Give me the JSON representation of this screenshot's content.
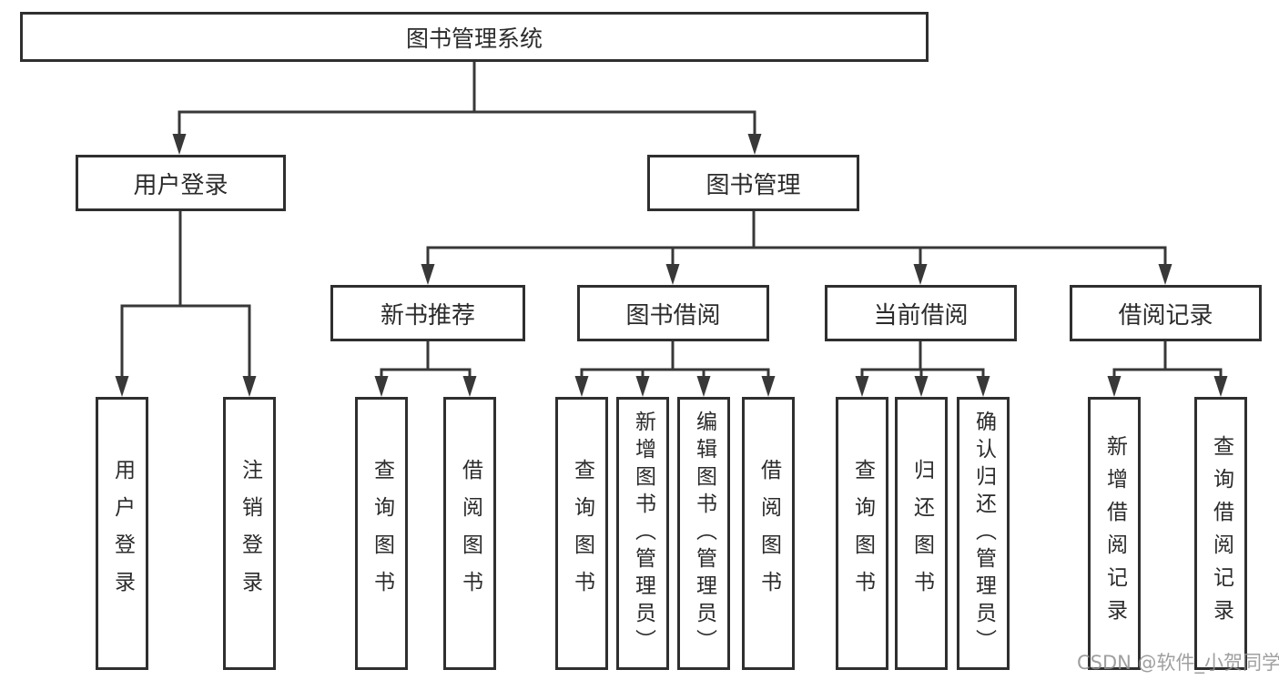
{
  "tree": {
    "label": "图书管理系统",
    "children": [
      {
        "label": "用户登录",
        "children": [
          {
            "label": "用户登录"
          },
          {
            "label": "注销登录"
          }
        ]
      },
      {
        "label": "图书管理",
        "children": [
          {
            "label": "新书推荐",
            "children": [
              {
                "label": "查询图书"
              },
              {
                "label": "借阅图书"
              }
            ]
          },
          {
            "label": "图书借阅",
            "children": [
              {
                "label": "查询图书"
              },
              {
                "label": "新增图书（管理员）"
              },
              {
                "label": "编辑图书（管理员）"
              },
              {
                "label": "借阅图书"
              }
            ]
          },
          {
            "label": "当前借阅",
            "children": [
              {
                "label": "查询图书"
              },
              {
                "label": "归还图书"
              },
              {
                "label": "确认归还（管理员）"
              }
            ]
          },
          {
            "label": "借阅记录",
            "children": [
              {
                "label": "新增借阅记录"
              },
              {
                "label": "查询借阅记录"
              }
            ]
          }
        ]
      }
    ]
  },
  "watermark": "CSDN @软件_小贺同学",
  "colors": {
    "line": "#383838",
    "box_border": "#2f2f2f",
    "text": "#2b2b2b",
    "background": "#ffffff",
    "watermark": "#8f8f8f"
  }
}
